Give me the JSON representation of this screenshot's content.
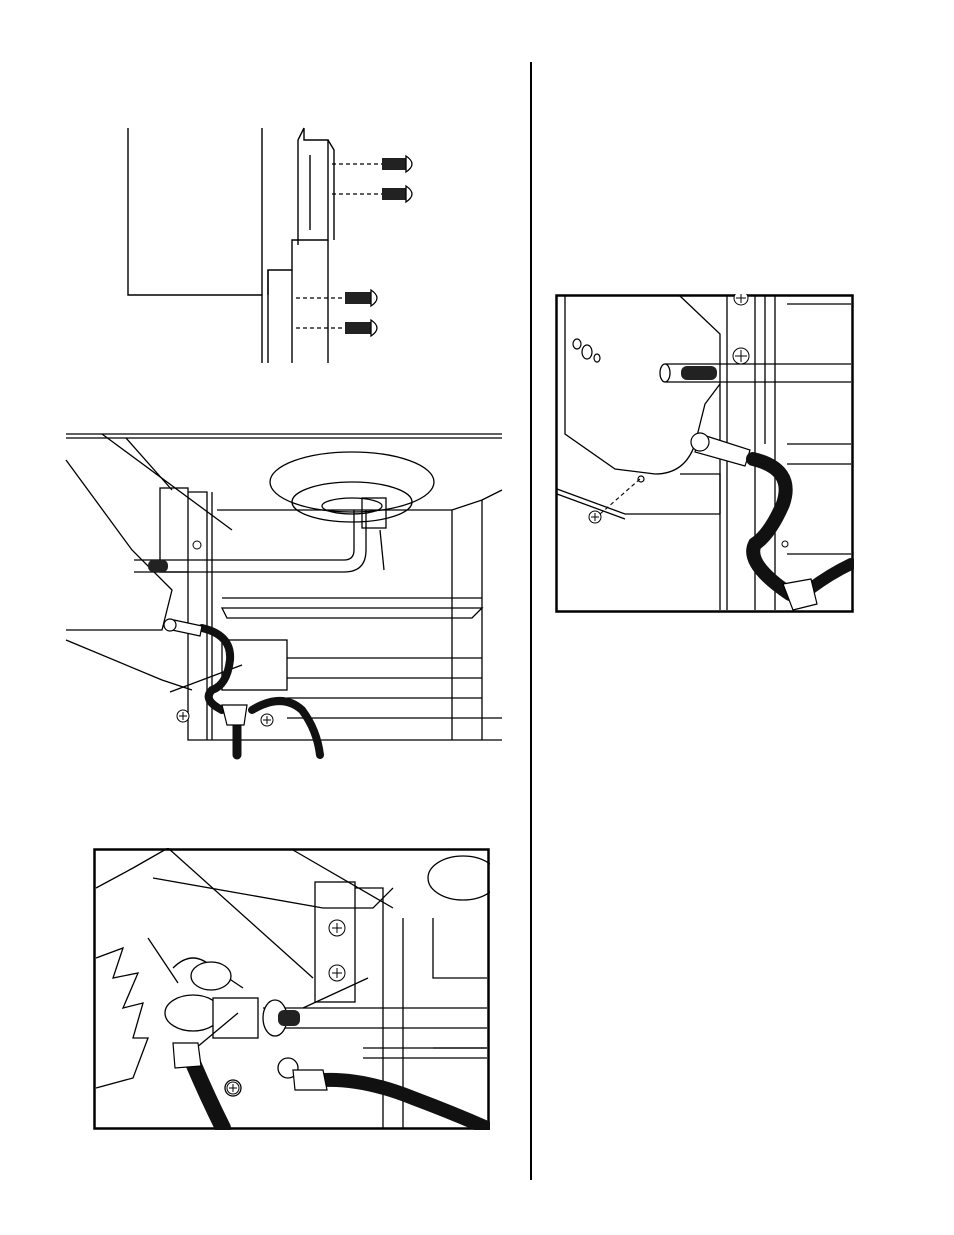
{
  "page": {
    "figures": [
      {
        "id": "fig-screws",
        "desc_icon": "cabinet-side-screws-illustration"
      },
      {
        "id": "fig-underside",
        "desc_icon": "grill-underside-hose-illustration"
      },
      {
        "id": "fig-valve-closeup",
        "desc_icon": "regulator-valve-closeup-illustration"
      },
      {
        "id": "fig-hose-closeup",
        "desc_icon": "hose-routing-closeup-illustration"
      }
    ]
  }
}
